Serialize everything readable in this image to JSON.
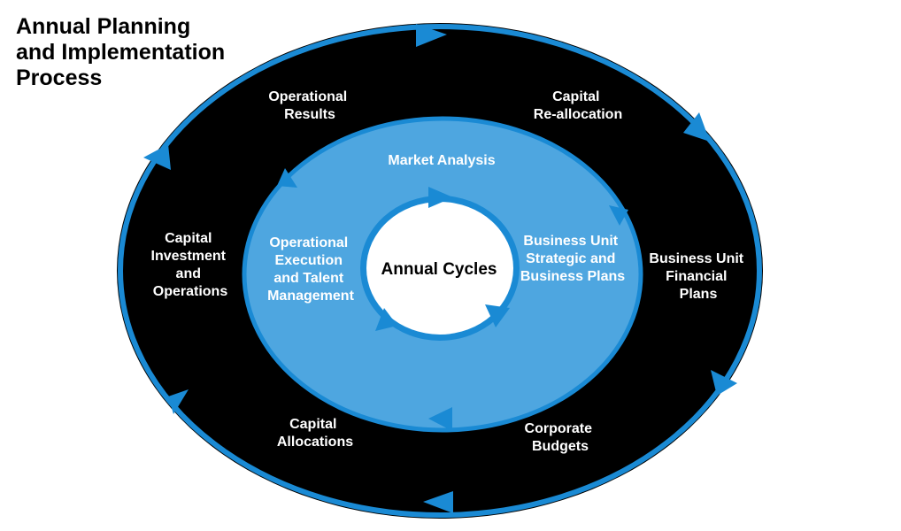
{
  "title": "Annual Planning\nand Implementation\nProcess",
  "colors": {
    "outer_ring": "#000000",
    "accent": "#1a8ad4",
    "inner_ring": "#4ea6e0",
    "core": "#ffffff",
    "outer_text": "#ffffff",
    "inner_text": "#ffffff",
    "core_text": "#000000"
  },
  "outer_ring": {
    "labels": [
      {
        "id": "operational-results",
        "lines": [
          "Operational",
          "Results"
        ]
      },
      {
        "id": "capital-reallocation",
        "lines": [
          "Capital",
          "Re-allocation"
        ]
      },
      {
        "id": "business-unit-financial-plans",
        "lines": [
          "Business Unit",
          "Financial",
          "Plans"
        ]
      },
      {
        "id": "corporate-budgets",
        "lines": [
          "Corporate",
          "Budgets"
        ]
      },
      {
        "id": "capital-allocations",
        "lines": [
          "Capital",
          "Allocations"
        ]
      },
      {
        "id": "capital-investment-operations",
        "lines": [
          "Capital",
          "Investment",
          "and",
          "Operations"
        ]
      }
    ]
  },
  "inner_ring": {
    "labels": [
      {
        "id": "market-analysis",
        "lines": [
          "Market Analysis"
        ]
      },
      {
        "id": "business-unit-strategic-plans",
        "lines": [
          "Business Unit",
          "Strategic and",
          "Business Plans"
        ]
      },
      {
        "id": "operational-execution-talent",
        "lines": [
          "Operational",
          "Execution",
          "and Talent",
          "Management"
        ]
      }
    ]
  },
  "core": {
    "label": "Annual Cycles"
  }
}
